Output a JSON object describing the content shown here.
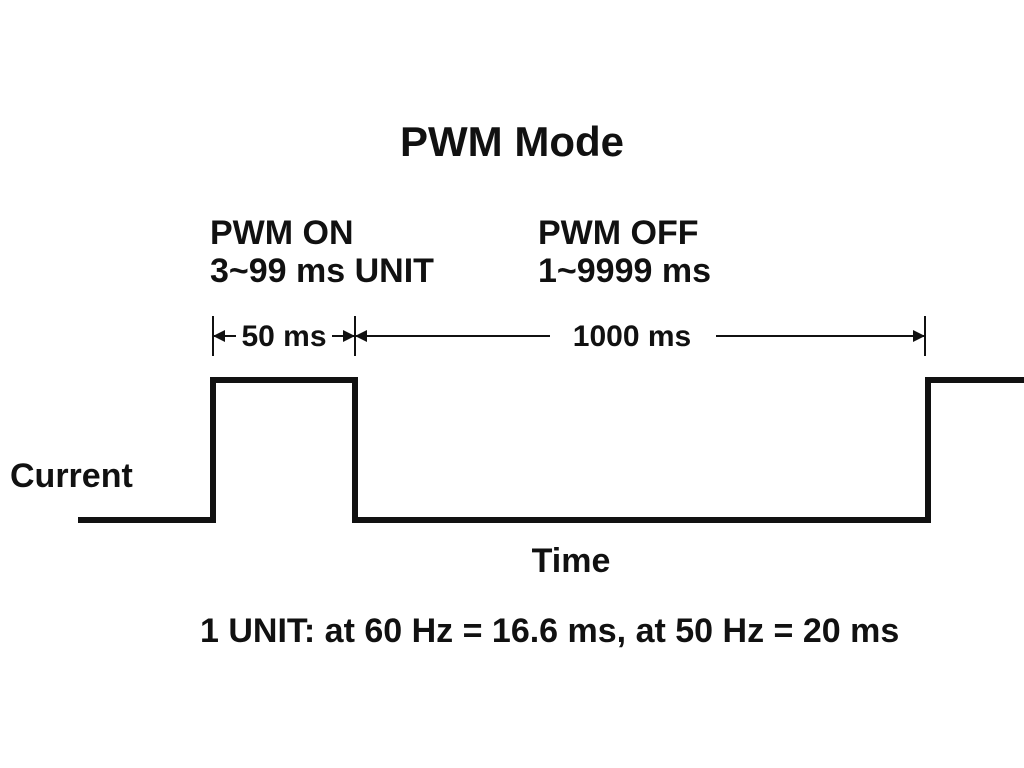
{
  "title": "PWM Mode",
  "pwm_on": {
    "label": "PWM ON",
    "range": "3~99 ms UNIT"
  },
  "pwm_off": {
    "label": "PWM OFF",
    "range": "1~9999 ms"
  },
  "dimensions": {
    "on_duration": "50 ms",
    "off_duration": "1000 ms"
  },
  "axes": {
    "y_label": "Current",
    "x_label": "Time"
  },
  "footnote": "1 UNIT: at 60 Hz = 16.6 ms, at 50 Hz = 20 ms",
  "colors": {
    "ink": "#111111",
    "background": "#ffffff"
  }
}
